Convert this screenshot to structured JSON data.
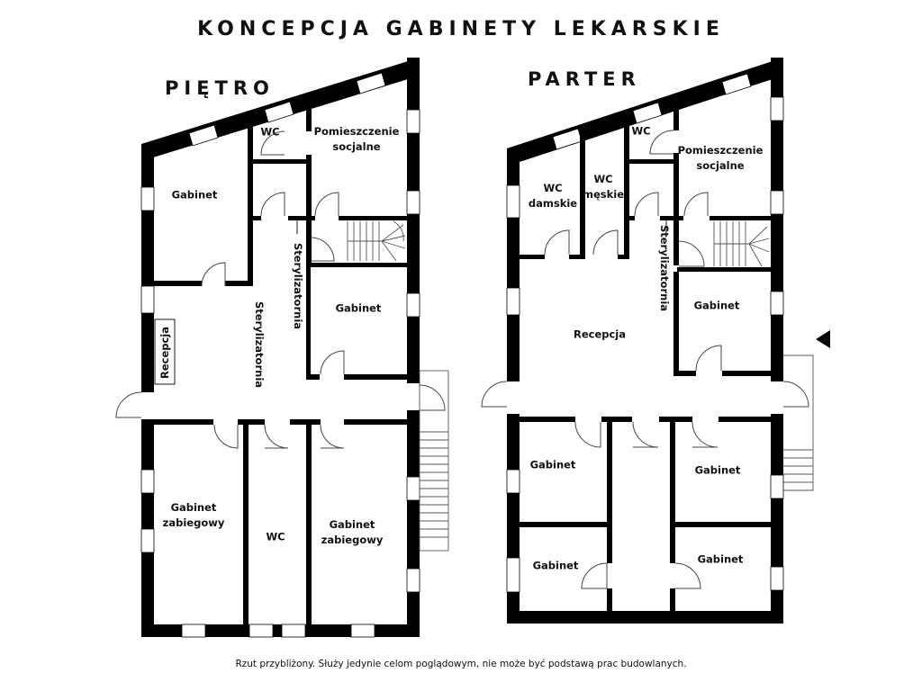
{
  "title": "KONCEPCJA GABINETY LEKARSKIE",
  "footer_note": "Rzut przybliżony. Służy jedynie celom poglądowym, nie może być podstawą prac budowlanych.",
  "colors": {
    "wall": "#000000",
    "background": "#ffffff",
    "thin_line": "#555555"
  },
  "floors": {
    "pietro": {
      "name": "PIĘTRO",
      "rooms": {
        "gabinet_top": "Gabinet",
        "wc_top": "WC",
        "socjalne_1": "Pomieszczenie",
        "socjalne_2": "socjalne",
        "sterylizatornia_small": "Sterylizatornia",
        "sterylizatornia_hall": "Sterylizatornia",
        "recepcja": "Recepcja",
        "gabinet_right": "Gabinet",
        "zabiegowy_left_1": "Gabinet",
        "zabiegowy_left_2": "zabiegowy",
        "wc_bottom": "WC",
        "zabiegowy_right_1": "Gabinet",
        "zabiegowy_right_2": "zabiegowy"
      }
    },
    "parter": {
      "name": "PARTER",
      "rooms": {
        "wc_damskie_1": "WC",
        "wc_damskie_2": "damskie",
        "wc_meskie_1": "WC",
        "wc_meskie_2": "męskie",
        "wc_top": "WC",
        "socjalne_1": "Pomieszczenie",
        "socjalne_2": "socjalne",
        "sterylizatornia": "Sterylizatornia",
        "recepcja": "Recepcja",
        "gabinet_right_upper": "Gabinet",
        "gabinet_bl_top": "Gabinet",
        "gabinet_br_top": "Gabinet",
        "gabinet_bl_bottom": "Gabinet",
        "gabinet_br_bottom": "Gabinet"
      },
      "entrance_marker": "entrance-arrow"
    }
  }
}
